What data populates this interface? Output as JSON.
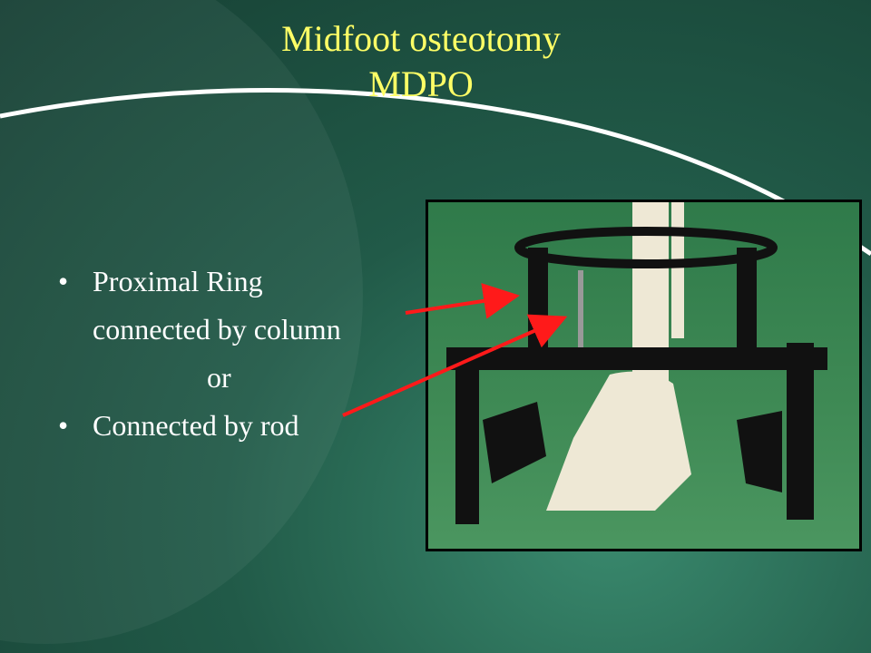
{
  "title": {
    "line1": "Midfoot osteotomy",
    "line2": "MDPO"
  },
  "bullets": [
    {
      "l1": "Proximal Ring",
      "l2": "connected by column"
    },
    {
      "or": "or"
    },
    {
      "l1": "Connected by rod"
    }
  ],
  "colors": {
    "title": "#ffff66",
    "arrow": "#ff1a1a"
  }
}
